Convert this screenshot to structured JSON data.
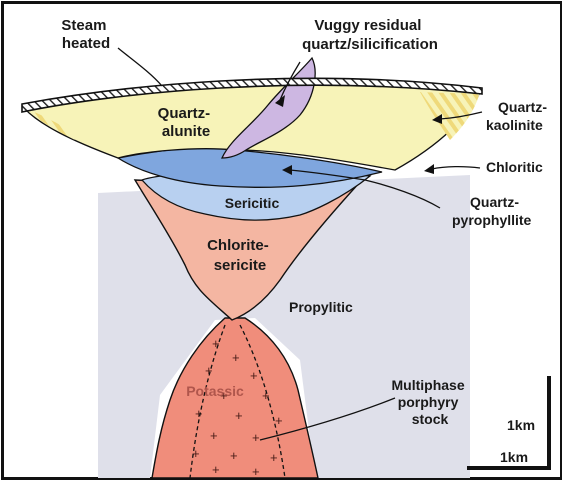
{
  "labels": {
    "steam_heated": [
      "Steam",
      "heated"
    ],
    "vuggy": [
      "Vuggy residual",
      "quartz/silicification"
    ],
    "quartz_alunite": [
      "Quartz-",
      "alunite"
    ],
    "quartz_kaolinite": [
      "Quartz-",
      "kaolinite"
    ],
    "chloritic": "Chloritic",
    "sericitic": "Sericitic",
    "quartz_pyrophyllite": [
      "Quartz-",
      "pyrophyllite"
    ],
    "chlorite_sericite": [
      "Chlorite-",
      "sericite"
    ],
    "propylitic": "Propylitic",
    "potassic": "Potassic",
    "multiphase": [
      "Multiphase",
      "porphyry",
      "stock"
    ]
  },
  "scale": {
    "vertical": "1km",
    "horizontal": "1km"
  },
  "colors": {
    "quartz_alunite": "#f7f3b8",
    "vuggy": "#cdb7e2",
    "blue_zone": "#7fa6de",
    "sericitic": "#b8d0f0",
    "chlorite_sericite": "#f4b6a2",
    "propylitic": "#dfe0ea",
    "potassic": "#f08d7b"
  }
}
